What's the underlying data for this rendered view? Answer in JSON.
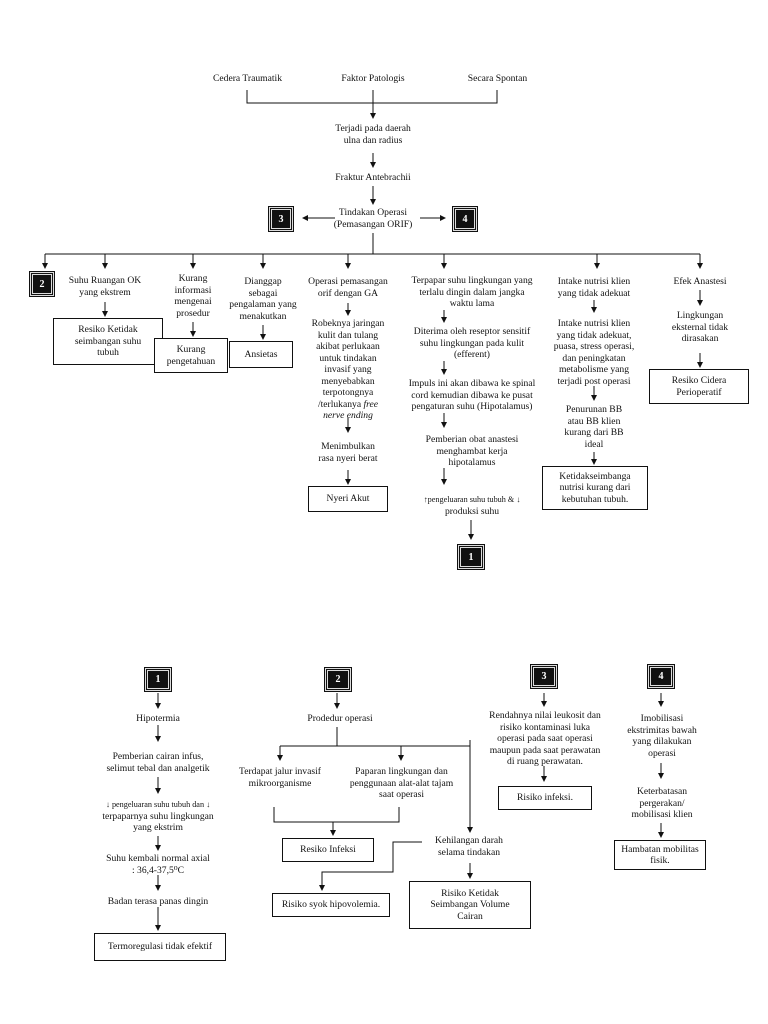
{
  "top": {
    "causes": [
      "Cedera Traumatik",
      "Faktor Patologis",
      "Secara Spontan"
    ],
    "location": "Terjadi pada daerah\nulna dan radius",
    "fracture": "Fraktur Antebrachii",
    "surgery": "Tindakan Operasi\n(Pemasangan ORIF)",
    "badge_left": "3",
    "badge_right": "4"
  },
  "branches": {
    "badge_2": "2",
    "c1_text": "Suhu Ruangan OK\nyang ekstrem",
    "c1_box": "Resiko Ketidak\nseimbangan suhu\ntubuh",
    "c2_text": "Kurang\ninformasi\nmengenai\nprosedur",
    "c2_box": "Kurang\npengetahuan",
    "c3_text": "Dianggap\nsebagai\npengalaman yang\nmenakutkan",
    "c3_box": "Ansietas",
    "c4_text1": "Operasi pemasangan\norif dengan GA",
    "c4_text2a": "Robeknya jaringan\nkulit dan tulang\nakibat perlukaan\nuntuk tindakan\ninvasif yang\nmenyebabkan\nterpotongnya\n/terlukanya ",
    "c4_text2b": "free\nnerve ending",
    "c4_text3": "Menimbulkan\nrasa nyeri  berat",
    "c4_box": "Nyeri Akut",
    "c5_text1": "Terpapar suhu lingkungan yang\nterlalu dingin dalam jangka\nwaktu lama",
    "c5_text2": "Diterima oleh reseptor sensitif\nsuhu lingkungan pada kulit\n(efferent)",
    "c5_text3": "Impuls ini akan dibawa ke spinal\ncord kemudian dibawa ke pusat\npengaturan suhu (Hipotalamus)",
    "c5_text4": "Pemberian obat anastesi\nmenghambat kerja\nhipotalamus",
    "c5_text5a": "↑pengeluaran suhu tubuh & ↓",
    "c5_text5b": "produksi suhu",
    "c5_badge": "1",
    "c6_text1": "Intake nutrisi klien\nyang tidak adekuat",
    "c6_text2": "Intake nutrisi klien\nyang tidak adekuat,\npuasa, stress operasi,\ndan peningkatan\nmetabolisme yang\nterjadi post operasi",
    "c6_text3": "Penurunan BB\natau BB klien\nkurang dari BB\nideal",
    "c6_box": "Ketidakseimbanga\nnutrisi kurang dari\nkebutuhan tubuh.",
    "c7_text1": "Efek Anastesi",
    "c7_text2": "Lingkungan\neksternal tidak\ndirasakan",
    "c7_box": "Resiko Cidera\nPerioperatif"
  },
  "bottom": {
    "b1_badge": "1",
    "b1_t1": "Hipotermia",
    "b1_t2": "Pemberian cairan infus,\nselimut tebal dan analgetik",
    "b1_t3a": "↓ pengeluaran suhu tubuh dan ↓",
    "b1_t3b": "terpaparnya suhu lingkungan\nyang ekstrim",
    "b1_t4": "Suhu kembali normal axial\n: 36,4-37,5⁰C",
    "b1_t5": "Badan terasa panas dingin",
    "b1_box": "Termoregulasi tidak efektif",
    "b2_badge": "2",
    "b2_t1": "Prodedur operasi",
    "b2_t2": "Terdapat jalur invasif\nmikroorganisme",
    "b2_t3": "Paparan lingkungan dan\npenggunaan alat-alat tajam\nsaat operasi",
    "b2_box1": "Resiko Infeksi",
    "b2_t4": "Kehilangan darah\nselama tindakan",
    "b2_box2": "Risiko syok hipovolemia.",
    "b2_box3": "Risiko Ketidak\nSeimbangan Volume\nCairan",
    "b3_badge": "3",
    "b3_t1": "Rendahnya nilai leukosit dan\nrisiko kontaminasi luka\noperasi pada saat operasi\nmaupun pada saat perawatan\ndi ruang perawatan.",
    "b3_box": "Risiko infeksi.",
    "b4_badge": "4",
    "b4_t1": "Imobilisasi\nekstrimitas bawah\nyang dilakukan\noperasi",
    "b4_t2": "Keterbatasan\npergerakan/\nmobilisasi klien",
    "b4_box": "Hambatan mobilitas\nfisik."
  }
}
